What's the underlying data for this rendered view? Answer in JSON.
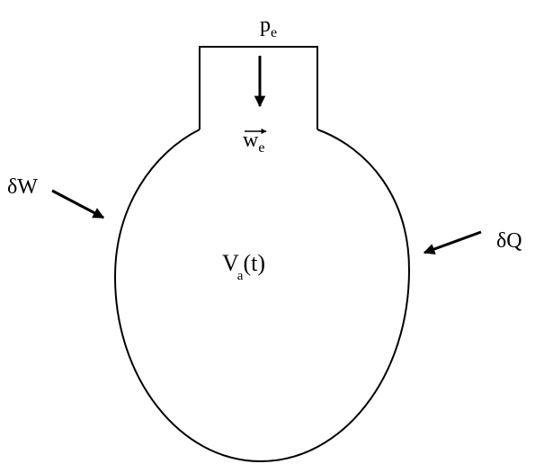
{
  "diagram": {
    "inlet": {
      "pressure": {
        "main": "p",
        "sub": "e"
      },
      "velocity": {
        "main": "w",
        "sub": "e"
      }
    },
    "volume": {
      "main": "V",
      "sub": "a",
      "arg": "(t)"
    },
    "work_label": "δW",
    "heat_label": "δQ"
  }
}
